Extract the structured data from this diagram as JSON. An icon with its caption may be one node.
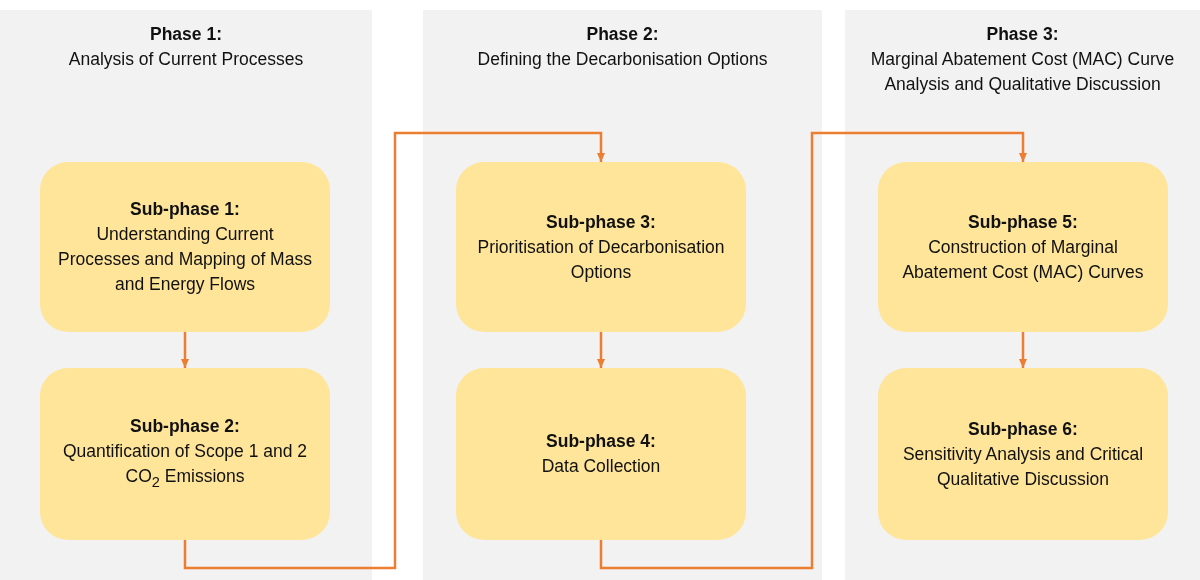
{
  "diagram": {
    "nodes": [
      {
        "text": [
          "Phase 1:",
          "Analysis of Current Processes"
        ]
      },
      {
        "text": [
          "Sub-phase 1:",
          "Understanding Current Processes and Mapping of Mass and Energy Flows"
        ],
        "in": 0
      },
      {
        "text": [
          "Sub-phase 2:",
          "Quantification of Scope 1 and 2 CO$_{2}$ Emissions"
        ],
        "in": 0
      },
      {
        "text": [
          "Phase 2:",
          "Defining the Decarbonisation Options"
        ]
      },
      {
        "text": [
          "Sub-phase 3:",
          "Prioritisation of Decarbonisation Options"
        ],
        "in": 3
      },
      {
        "text": [
          "Sub-phase 4:",
          "Data Collection"
        ],
        "in": 3
      },
      {
        "text": [
          "Phase 3:",
          "Marginal Abatement Cost (MAC) Curve Analysis and Qualitative Discussion"
        ]
      },
      {
        "text": [
          "Sub-phase 5:",
          "Construction of Marginal Abatement Cost (MAC) Curves"
        ],
        "in": 6
      },
      {
        "text": [
          "Sub-phase 6:",
          "Sensitivity Analysis and Critical Qualitative Discussion"
        ],
        "in": 6
      }
    ],
    "edges": [
      {
        "from": 1,
        "to": 2,
        "arrow": "to"
      },
      {
        "from": 2,
        "to": 4,
        "arrow": "to"
      },
      {
        "from": 4,
        "to": 5,
        "arrow": "to"
      },
      {
        "from": 5,
        "to": 7,
        "arrow": "to"
      },
      {
        "from": 7,
        "to": 8,
        "arrow": "to"
      }
    ]
  }
}
